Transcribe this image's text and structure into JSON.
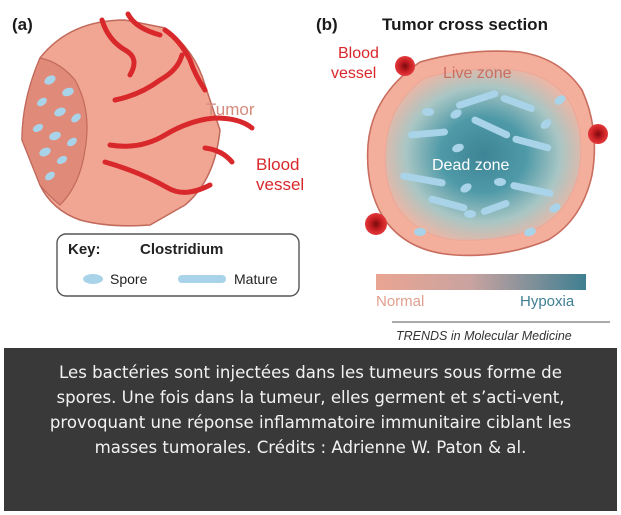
{
  "panel_a": {
    "label": "(a)",
    "tumor_label": "Tumor",
    "blood_vessel_label": [
      "Blood",
      "vessel"
    ],
    "key": {
      "title": "Key:",
      "organism": "Clostridium",
      "spore_label": "Spore",
      "mature_label": "Mature"
    }
  },
  "panel_b": {
    "label": "(b)",
    "title": "Tumor cross section",
    "blood_vessel_label": [
      "Blood",
      "vessel"
    ],
    "live_zone_label": "Live zone",
    "dead_zone_label": "Dead zone",
    "gradient": {
      "left_label": "Normal",
      "right_label": "Hypoxia",
      "left_color": "#e8a593",
      "right_color": "#3f7f92"
    }
  },
  "source": "TRENDS in Molecular Medicine",
  "caption": "Les bactéries sont injectées dans les tumeurs sous forme de spores. Une fois dans la tumeur, elles germent et s’acti-vent, provoquant une réponse inflammatoire immunitaire ciblant les masses tumorales. Crédits : Adrienne W. Paton & al.",
  "colors": {
    "vessel": "#d9282b",
    "tumor_fill": "#f0a693",
    "tumor_edge": "#c26a5c",
    "bacteria": "#a9d3e8",
    "caption_bg": "#393939",
    "caption_text": "#f2f2f2"
  }
}
